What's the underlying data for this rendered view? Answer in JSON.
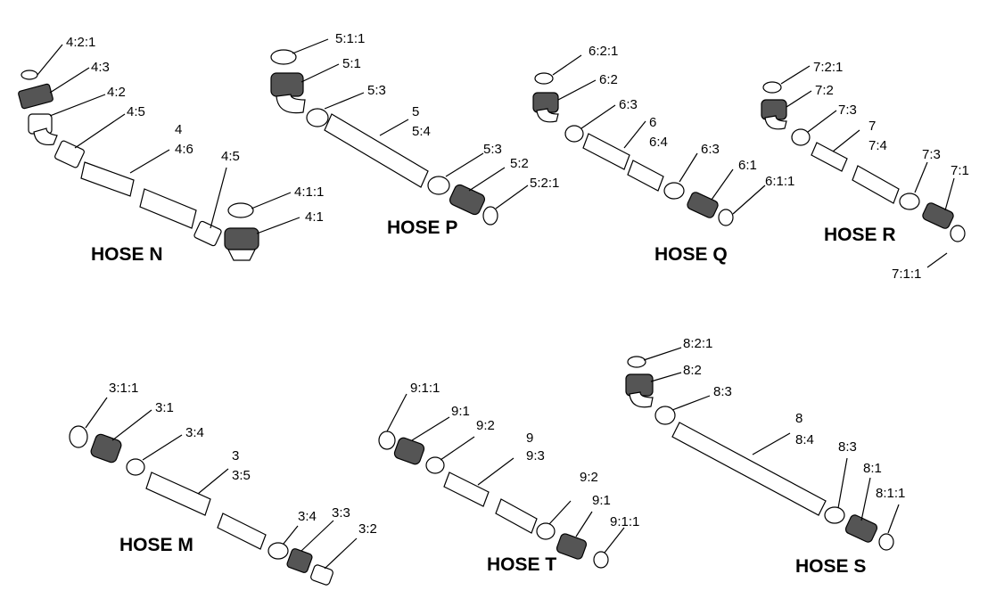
{
  "titles": {
    "n": "HOSE N",
    "p": "HOSE P",
    "q": "HOSE Q",
    "r": "HOSE R",
    "m": "HOSE M",
    "t": "HOSE T",
    "s": "HOSE S"
  },
  "callouts": {
    "n": [
      "4:2:1",
      "4:3",
      "4:2",
      "4:5",
      "4",
      "4:6",
      "4:5",
      "4:1:1",
      "4:1"
    ],
    "p": [
      "5:1:1",
      "5:1",
      "5:3",
      "5",
      "5:4",
      "5:3",
      "5:2",
      "5:2:1"
    ],
    "q": [
      "6:2:1",
      "6:2",
      "6:3",
      "6",
      "6:4",
      "6:3",
      "6:1",
      "6:1:1"
    ],
    "r": [
      "7:2:1",
      "7:2",
      "7:3",
      "7",
      "7:4",
      "7:3",
      "7:1",
      "7:1:1"
    ],
    "m": [
      "3:1:1",
      "3:1",
      "3:4",
      "3",
      "3:5",
      "3:4",
      "3:3",
      "3:2"
    ],
    "t": [
      "9:1:1",
      "9:1",
      "9:2",
      "9",
      "9:3",
      "9:2",
      "9:1",
      "9:1:1"
    ],
    "s": [
      "8:2:1",
      "8:2",
      "8:3",
      "8",
      "8:4",
      "8:3",
      "8:1",
      "8:1:1"
    ]
  }
}
